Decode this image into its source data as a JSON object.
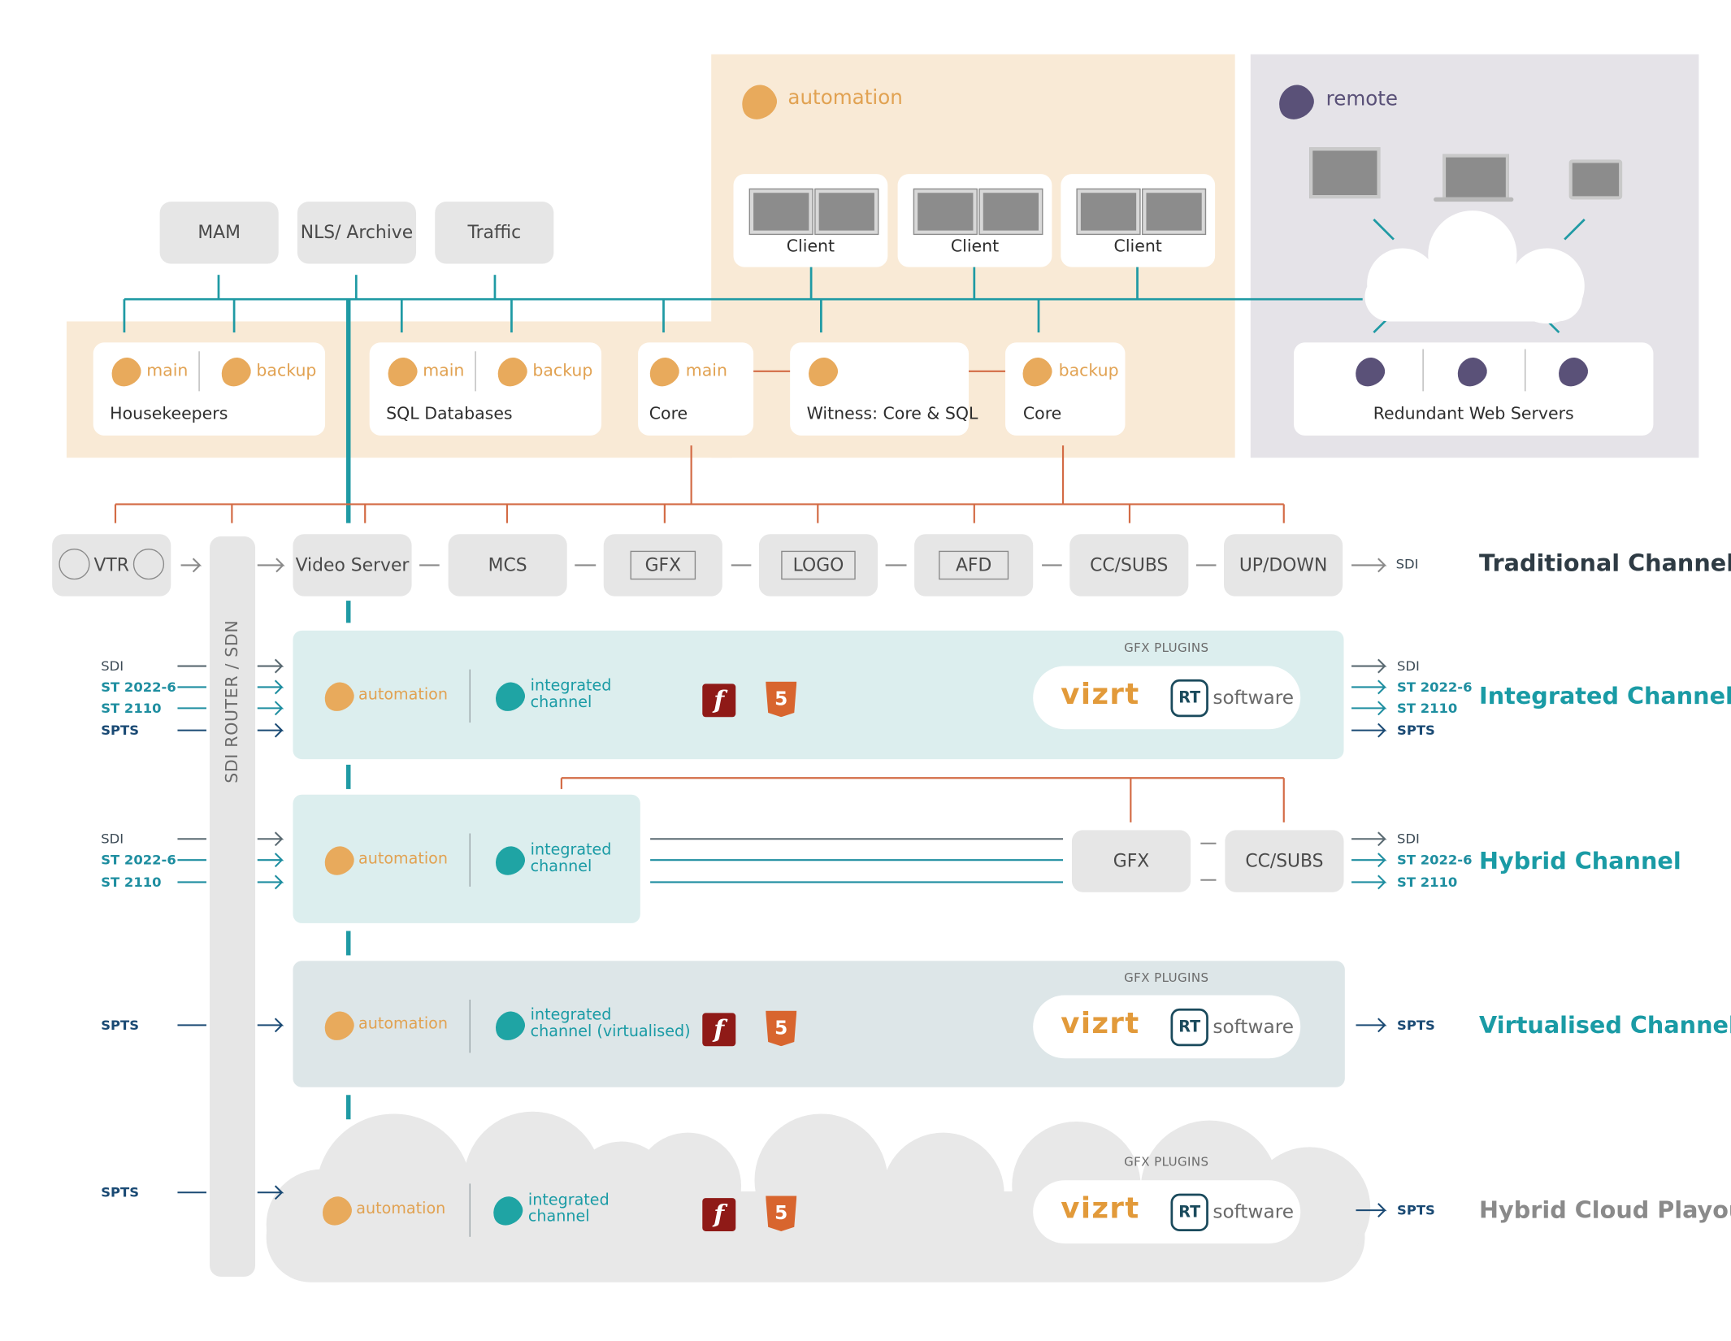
{
  "zones": {
    "automation": "automation",
    "remote": "remote"
  },
  "top_systems": [
    "MAM",
    "NLS/ Archive",
    "Traffic"
  ],
  "clients": [
    "Client",
    "Client",
    "Client"
  ],
  "services": {
    "housekeepers": {
      "title": "Housekeepers",
      "main": "main",
      "backup": "backup"
    },
    "sql": {
      "title": "SQL Databases",
      "main": "main",
      "backup": "backup"
    },
    "core_main": {
      "title": "Core",
      "tag": "main"
    },
    "witness": {
      "title": "Witness: Core & SQL"
    },
    "core_backup": {
      "title": "Core",
      "tag": "backup"
    },
    "web_servers": {
      "title": "Redundant Web Servers"
    }
  },
  "router_label": "SDI ROUTER / SDN",
  "traditional": {
    "title": "Traditional Channel",
    "chain": [
      "VTR",
      "Video Server",
      "MCS",
      "GFX",
      "LOGO",
      "AFD",
      "CC/SUBS",
      "UP/DOWN"
    ],
    "out": [
      "SDI"
    ]
  },
  "integrated": {
    "title": "Integrated Channel",
    "inputs": [
      "SDI",
      "ST 2022-6",
      "ST 2110",
      "SPTS"
    ],
    "outputs": [
      "SDI",
      "ST 2022-6",
      "ST 2110",
      "SPTS"
    ],
    "automation": "automation",
    "channel_line1": "integrated",
    "channel_line2": "channel",
    "plugins_label": "GFX PLUGINS"
  },
  "hybrid": {
    "title": "Hybrid Channel",
    "inputs": [
      "SDI",
      "ST 2022-6",
      "ST 2110"
    ],
    "outputs": [
      "SDI",
      "ST 2022-6",
      "ST 2110"
    ],
    "automation": "automation",
    "channel_line1": "integrated",
    "channel_line2": "channel",
    "gfx": "GFX",
    "ccsubs": "CC/SUBS"
  },
  "virtualised": {
    "title": "Virtualised Channel",
    "inputs": [
      "SPTS"
    ],
    "outputs": [
      "SPTS"
    ],
    "automation": "automation",
    "channel_line1": "integrated",
    "channel_line2": "channel",
    "channel_suffix": "(virtualised)",
    "plugins_label": "GFX PLUGINS"
  },
  "cloud": {
    "title": "Hybrid Cloud Playout",
    "inputs": [
      "SPTS"
    ],
    "outputs": [
      "SPTS"
    ],
    "automation": "automation",
    "channel_line1": "integrated",
    "channel_line2": "channel",
    "plugins_label": "GFX PLUGINS"
  },
  "plugins": {
    "vizrt": "vizrt",
    "rt_mark": "RT",
    "rt_word": "software"
  },
  "icons": {
    "flash": "f",
    "html5": "5"
  },
  "colors": {
    "orange": "#e8aa5c",
    "purple": "#5a5178",
    "teal": "#1fa4a4",
    "line_orange": "#d36b45",
    "title_dark": "#2e3b44",
    "title_teal": "#1a9ba5",
    "title_grey": "#8a8a8a"
  }
}
